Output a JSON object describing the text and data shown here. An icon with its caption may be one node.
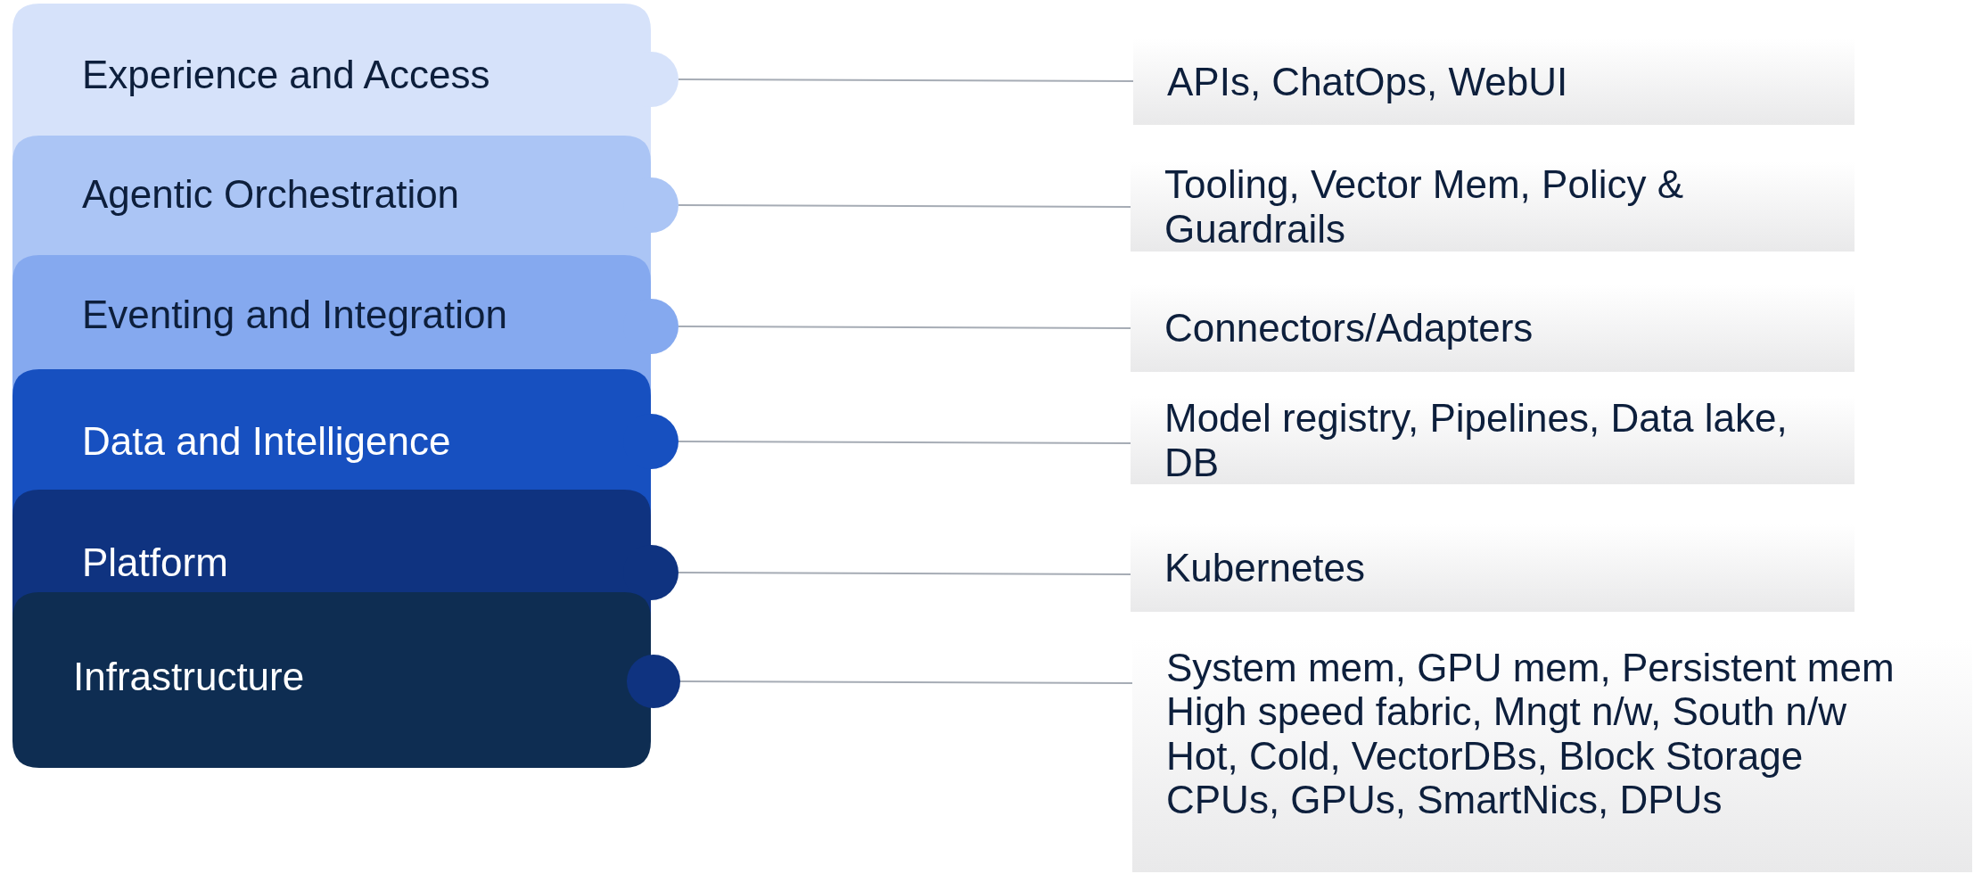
{
  "diagram": {
    "nodes": [
      {
        "text": [
          "Experience and Access"
        ]
      },
      {
        "text": [
          "APIs, ChatOps, WebUI"
        ]
      },
      {
        "text": [
          "Agentic Orchestration"
        ]
      },
      {
        "text": [
          "Tooling, Vector Mem, Policy & Guardrails"
        ]
      },
      {
        "text": [
          "Eventing and Integration"
        ]
      },
      {
        "text": [
          "Connectors/Adapters"
        ]
      },
      {
        "text": [
          "Data and Intelligence"
        ]
      },
      {
        "text": [
          "Model registry, Pipelines, Data lake, DB"
        ]
      },
      {
        "text": [
          "Platform"
        ]
      },
      {
        "text": [
          "Kubernetes"
        ]
      },
      {
        "text": [
          "Infrastructure"
        ]
      },
      {
        "text": [
          "System mem, GPU mem, Persistent mem",
          "High speed fabric, Mngt n/w, South n/w",
          "Hot, Cold, VectorDBs, Block Storage",
          "CPUs, GPUs, SmartNics, DPUs"
        ]
      }
    ],
    "edges": [
      {
        "from": 0,
        "to": 1,
        "arrow": "none"
      },
      {
        "from": 2,
        "to": 3,
        "arrow": "none"
      },
      {
        "from": 4,
        "to": 5,
        "arrow": "none"
      },
      {
        "from": 6,
        "to": 7,
        "arrow": "none"
      },
      {
        "from": 8,
        "to": 9,
        "arrow": "none"
      },
      {
        "from": 10,
        "to": 11,
        "arrow": "none"
      }
    ]
  }
}
